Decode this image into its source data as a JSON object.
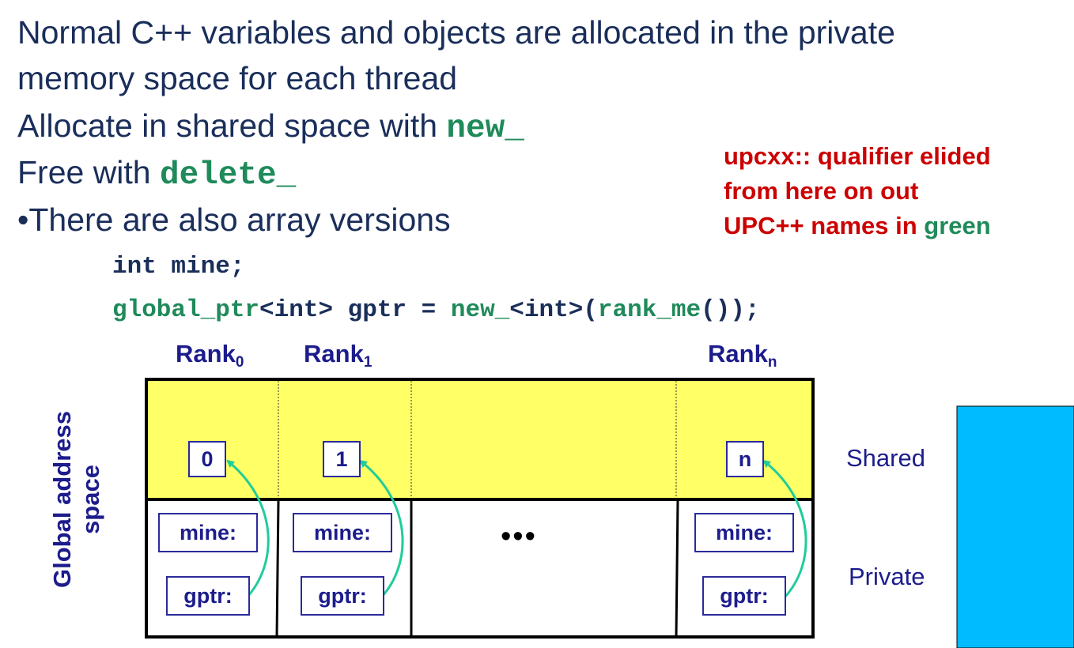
{
  "text": {
    "line1": "Normal C++ variables and objects are allocated in the private",
    "line2": "memory space for each thread",
    "line3_prefix": "Allocate in shared space with ",
    "line3_code": "new_",
    "line4_prefix": "Free with ",
    "line4_code": "delete_",
    "line5": "•There are also array versions"
  },
  "code": {
    "line1": "int mine;",
    "line2_a": "global_ptr",
    "line2_b": "<int> gptr = ",
    "line2_c": "new_",
    "line2_d": "<int>(",
    "line2_e": "rank_me",
    "line2_f": "());"
  },
  "note": {
    "line1": "upcxx:: qualifier elided",
    "line2": "from here on out",
    "line3_prefix": "UPC++ names in ",
    "line3_green": "green"
  },
  "ranks": [
    {
      "label": "Rank",
      "sub": "0"
    },
    {
      "label": "Rank",
      "sub": "1"
    },
    {
      "label": "Rank",
      "sub": "n"
    }
  ],
  "shared_values": [
    "0",
    "1",
    "n"
  ],
  "private_labels": {
    "mine": "mine:",
    "gptr": "gptr:"
  },
  "ellipsis": "•••",
  "y_axis_label": {
    "line1": "Global address",
    "line2": "space"
  },
  "legend": {
    "shared": "Shared",
    "private": "Private"
  },
  "colors": {
    "text": "#1a2e5a",
    "green": "#1f8a5a",
    "red": "#cc0000",
    "shared_bg": "#ffff66",
    "arrow": "#1fcc9a",
    "private_bar": "#00bbff"
  }
}
